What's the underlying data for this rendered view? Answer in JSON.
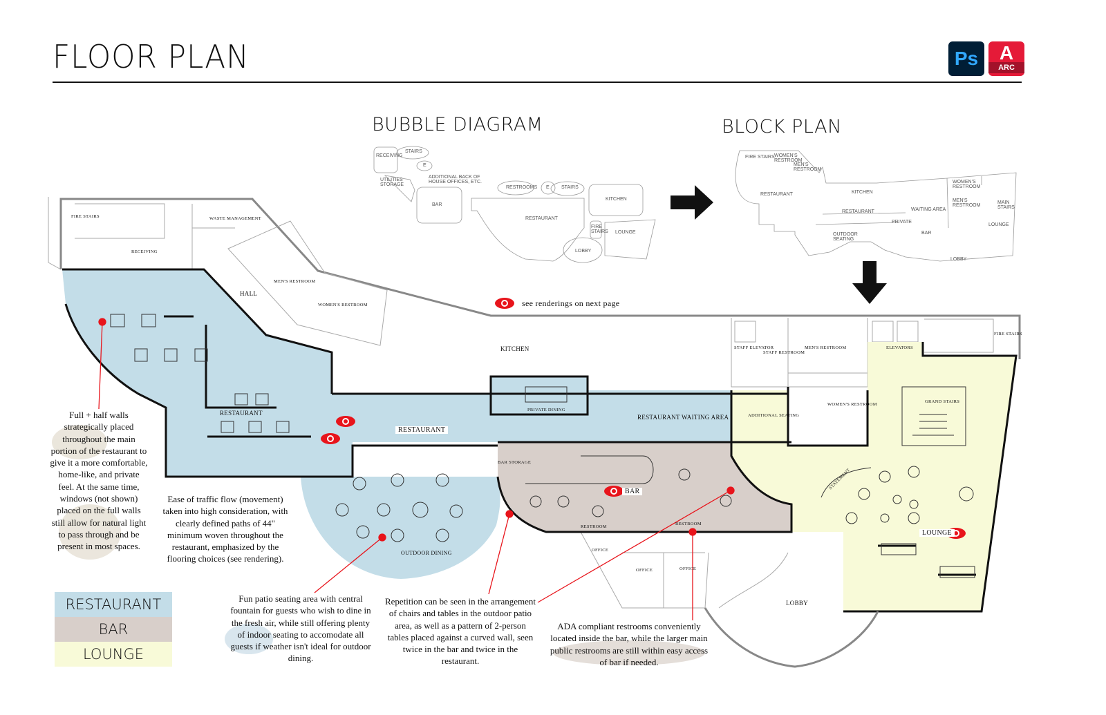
{
  "header": {
    "title": "FLOOR PLAN",
    "logos": [
      {
        "name": "photoshop-logo",
        "text": "Ps"
      },
      {
        "name": "autocad-architecture-logo",
        "text": "A",
        "sub": "ARC"
      }
    ]
  },
  "bubble_diagram": {
    "title": "BUBBLE DIAGRAM",
    "labels": [
      "RECEIVING",
      "STAIRS",
      "E",
      "UTILITIES STORAGE",
      "ADDITIONAL BACK OF HOUSE OFFICES, ETC.",
      "RESTROOMS",
      "E",
      "STAIRS",
      "BAR",
      "RESTAURANT",
      "KITCHEN",
      "FIRE STAIRS",
      "LOUNGE",
      "LOBBY"
    ]
  },
  "block_plan": {
    "title": "BLOCK PLAN",
    "labels": [
      "FIRE STAIRS",
      "WOMEN'S RESTROOM",
      "MEN'S RESTROOM",
      "RESTAURANT",
      "KITCHEN",
      "RESTAURANT",
      "WAITING AREA",
      "WOMEN'S RESTROOM",
      "MEN'S RESTROOM",
      "MAIN STAIRS",
      "LOUNGE",
      "OUTDOOR SEATING",
      "PRIVATE",
      "BAR",
      "LOBBY"
    ]
  },
  "renderings_note": "see renderings on next page",
  "rooms": {
    "fire_stairs_1": "FIRE STAIRS",
    "waste": "WASTE MANAGEMENT",
    "receiving": "RECEIVING",
    "hall": "HALL",
    "mens_1": "MEN'S RESTROOM",
    "womens_1": "WOMEN'S RESTROOM",
    "kitchen": "KITCHEN",
    "restaurant_1": "RESTAURANT",
    "restaurant_2": "RESTAURANT",
    "private_dining": "PRIVATE DINING",
    "waiting": "RESTAURANT WAITING AREA",
    "bar_storage": "BAR STORAGE",
    "bar": "BAR",
    "restroom_1": "RESTROOM",
    "restroom_2": "RESTROOM",
    "outdoor": "OUTDOOR DINING",
    "office_1": "OFFICE",
    "office_2": "OFFICE",
    "office_3": "OFFICE",
    "lobby": "LOBBY",
    "staff_elevator": "STAFF ELEVATOR",
    "staff_restroom": "STAFF RESTROOM",
    "mens_2": "MEN'S RESTROOM",
    "womens_2": "WOMEN'S RESTROOM",
    "elevators": "ELEVATORS",
    "fire_stairs_2": "FIRE STAIRS",
    "additional": "ADDITIONAL SEATING",
    "grand_stairs": "GRAND STAIRS",
    "statement": "STATEMENT",
    "lounge": "LOUNGE"
  },
  "notes": [
    "Full + half walls strategically placed throughout the main portion of the restaurant to give it a more comfortable, home-like, and private feel. At the same time, windows (not shown) placed on the full walls still allow for natural light to pass through and be present in most spaces.",
    "Ease of traffic flow (movement) taken into high consideration, with clearly defined paths of 44\" minimum woven throughout the restaurant, emphasized by the flooring choices (see rendering).",
    "Fun patio seating area with central fountain for guests who wish to dine in the fresh air, while still offering plenty of indoor seating to accomodate all guests if weather isn't ideal for outdoor dining.",
    "Repetition can be seen in the arrangement of chairs and tables in the outdoor patio area, as well as a pattern of 2-person tables placed against a curved wall, seen twice in the bar and twice in the restaurant.",
    "ADA compliant restrooms conveniently located inside the bar, while the larger main public restrooms are still within easy access of bar if needed."
  ],
  "legend": [
    {
      "label": "RESTAURANT",
      "color": "#c3dde8"
    },
    {
      "label": "BAR",
      "color": "#d8cfca"
    },
    {
      "label": "LOUNGE",
      "color": "#f8fad8"
    }
  ],
  "colors": {
    "accent": "#e8141b",
    "wall": "#111111"
  }
}
